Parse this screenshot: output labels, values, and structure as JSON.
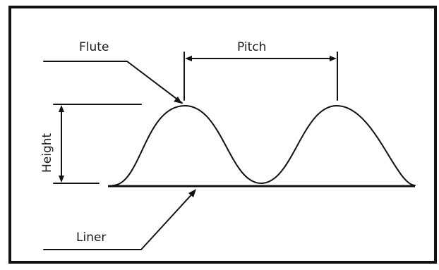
{
  "labels": {
    "flute": "Flute",
    "pitch": "Pitch",
    "height": "Height",
    "liner": "Liner"
  },
  "colors": {
    "ink": "#111111",
    "background": "#ffffff"
  }
}
